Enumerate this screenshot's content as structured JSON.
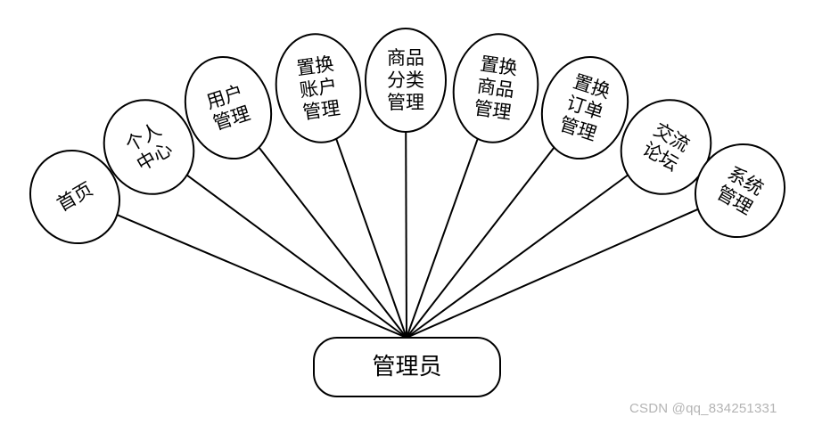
{
  "diagram": {
    "root": {
      "label": "管理员"
    },
    "stroke_color": "#000000",
    "fill_color": "#ffffff",
    "nodes": [
      {
        "id": "home",
        "lines": [
          "首页"
        ]
      },
      {
        "id": "personal-center",
        "lines": [
          "个人",
          "中心"
        ]
      },
      {
        "id": "user-management",
        "lines": [
          "用户",
          "管理"
        ]
      },
      {
        "id": "exchange-account",
        "lines": [
          "置换",
          "账户",
          "管理"
        ]
      },
      {
        "id": "product-category",
        "lines": [
          "商品",
          "分类",
          "管理"
        ]
      },
      {
        "id": "exchange-product",
        "lines": [
          "置换",
          "商品",
          "管理"
        ]
      },
      {
        "id": "exchange-order",
        "lines": [
          "置换",
          "订单",
          "管理"
        ]
      },
      {
        "id": "forum",
        "lines": [
          "交流",
          "论坛"
        ]
      },
      {
        "id": "system-management",
        "lines": [
          "系统",
          "管理"
        ]
      }
    ]
  },
  "watermark": {
    "text": "CSDN @qq_834251331"
  }
}
